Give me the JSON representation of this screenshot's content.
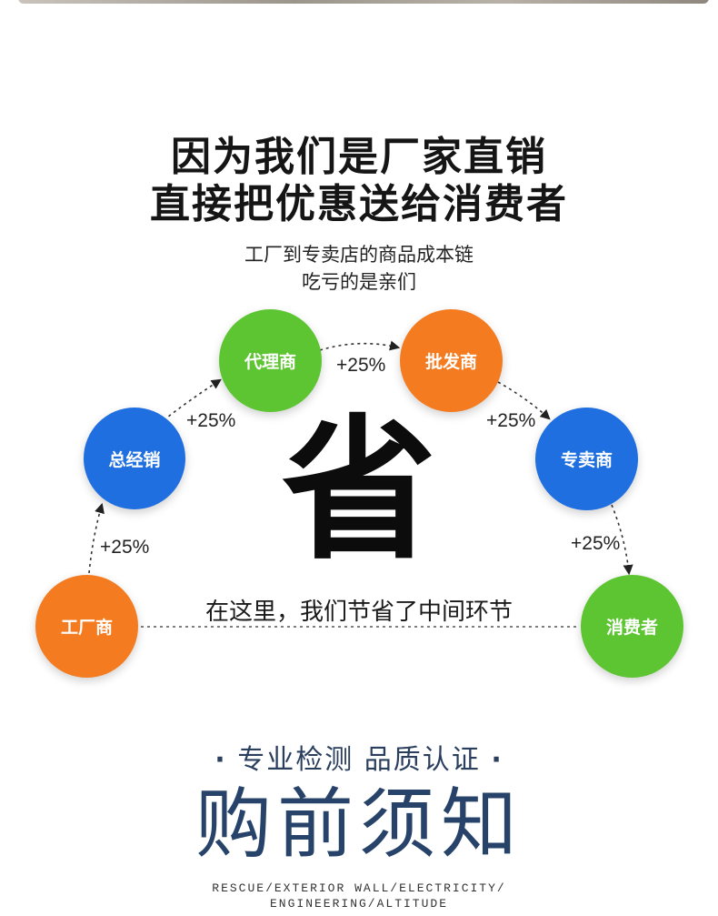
{
  "headline": {
    "line1": "因为我们是厂家直销",
    "line2": "直接把优惠送给消费者"
  },
  "subheadline": {
    "line1": "工厂到专卖店的商品成本链",
    "line2": "吃亏的是亲们"
  },
  "flow": {
    "nodes": {
      "factory": "工厂商",
      "distributor": "总经销",
      "agent": "代理商",
      "wholesaler": "批发商",
      "retailer": "专卖商",
      "consumer": "消费者"
    },
    "markups": {
      "factory_to_distributor": "+25%",
      "distributor_to_agent": "+25%",
      "agent_to_wholesaler": "+25%",
      "wholesaler_to_retailer": "+25%",
      "retailer_to_consumer": "+25%"
    },
    "colors": {
      "orange": "#f47b1f",
      "blue": "#1f6fe0",
      "green": "#5cc531"
    },
    "center_char": "省",
    "saving_text": "在这里，我们节省了中间环节"
  },
  "notice": {
    "tagline_left_dot": "·",
    "tagline": "专业检测 品质认证",
    "tagline_right_dot": "·",
    "title": "购前须知",
    "english_line1": "RESCUE/EXTERIOR WALL/ELECTRICITY/",
    "english_line2": "ENGINEERING/ALTITUDE"
  }
}
